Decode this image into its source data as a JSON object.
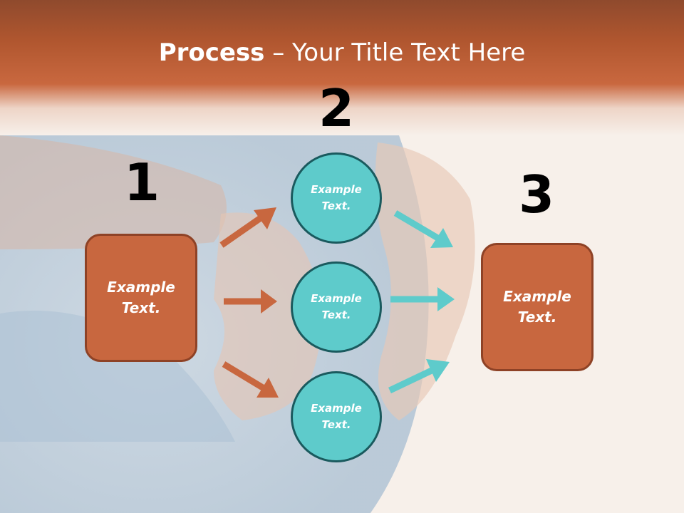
{
  "title": {
    "strong": "Process",
    "rest": " – Your Title Text Here"
  },
  "steps": [
    {
      "number": "1",
      "label": "Example Text."
    },
    {
      "number": "2",
      "items": [
        "Example Text.",
        "Example Text.",
        "Example Text."
      ]
    },
    {
      "number": "3",
      "label": "Example Text."
    }
  ],
  "colors": {
    "box_fill": "#c8673f",
    "box_border": "#8e4226",
    "circle_fill": "#5ecbcb",
    "circle_border": "#1a5a5e",
    "arrow_left": "#c8673f",
    "arrow_right": "#5ecbcb",
    "title_band": "#b0562f"
  }
}
